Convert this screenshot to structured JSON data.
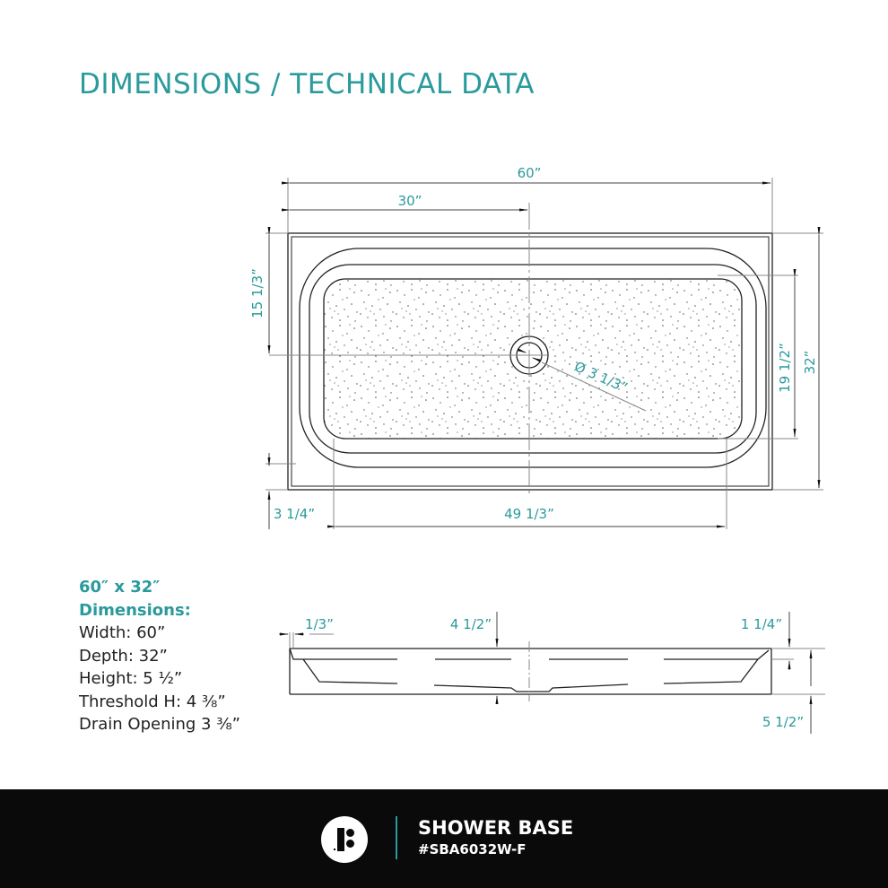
{
  "page": {
    "title": "DIMENSIONS / TECHNICAL DATA",
    "accent_color": "#2a9a9c",
    "footer_bg": "#0a0a0a"
  },
  "top_view": {
    "dimensions": {
      "overall_width": "60”",
      "half_width": "30”",
      "drain_offset_depth": "15 1/3”",
      "drain_diameter": "Ø 3 1/3”",
      "inner_depth": "19 1/2”",
      "overall_depth": "32”",
      "threshold_offset": "3 1/4”",
      "inner_width": "49 1/3”"
    }
  },
  "side_view": {
    "dimensions": {
      "lip": "1/3”",
      "threshold_height": "4 1/2”",
      "flange_height": "1 1/4”",
      "total_height": "5 1/2”"
    }
  },
  "specs": {
    "size": "60″ x 32″",
    "heading": "Dimensions:",
    "lines": [
      "Width: 60”",
      "Depth: 32”",
      "Height: 5 ½”",
      "Threshold H: 4 ⅜”",
      "Drain Opening 3 ⅜”"
    ]
  },
  "footer": {
    "logo_icon": "brand-logo-icon",
    "product_name": "SHOWER BASE",
    "sku": "#SBA6032W-F"
  }
}
